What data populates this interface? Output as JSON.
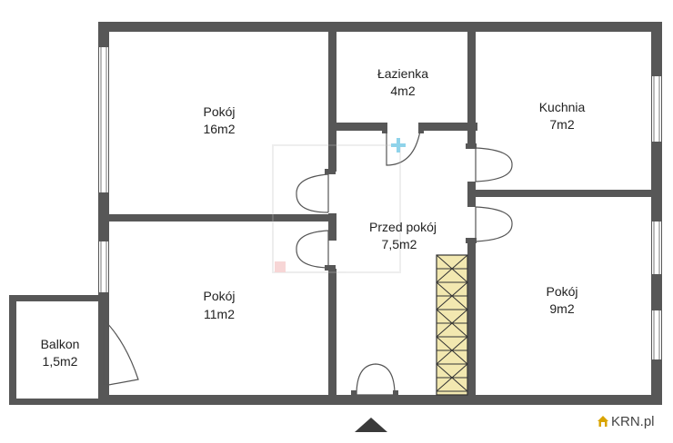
{
  "rooms": {
    "pokoj_16": {
      "name": "Pokój",
      "area": "16m2"
    },
    "lazienka": {
      "name": "Łazienka",
      "area": "4m2"
    },
    "kuchnia": {
      "name": "Kuchnia",
      "area": "7m2"
    },
    "przedpokoj": {
      "name": "Przed pokój",
      "area": "7,5m2"
    },
    "pokoj_11": {
      "name": "Pokój",
      "area": "11m2"
    },
    "pokoj_9": {
      "name": "Pokój",
      "area": "9m2"
    },
    "balkon": {
      "name": "Balkon",
      "area": "1,5m2"
    }
  },
  "brand": {
    "text": "KRN.pl"
  },
  "colors": {
    "wall": "#575757",
    "stairs": "#f2e8b0",
    "stairs_line": "#333333",
    "door_accent": "#8fd3ea",
    "brand_house": "#d9a400"
  }
}
